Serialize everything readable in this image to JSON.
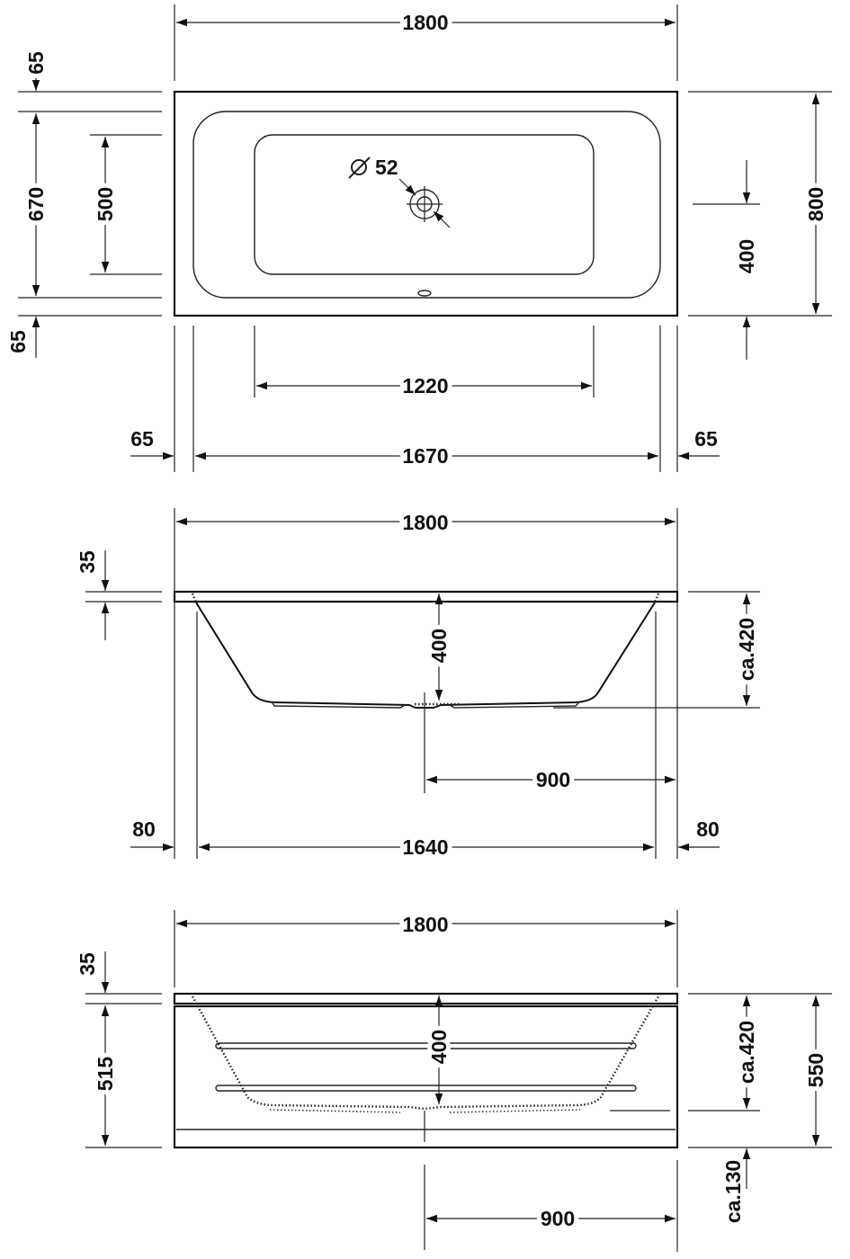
{
  "views": {
    "plan": {
      "overall_length": "1800",
      "rim_top": "65",
      "inner_width": "670",
      "basin_width": "500",
      "rim_bottom": "65",
      "drain_diameter_symbol": "⌀",
      "drain_diameter": "52",
      "drain_offset": "400",
      "overall_width": "800",
      "basin_length": "1220",
      "rim_left": "65",
      "inner_length": "1670",
      "rim_right": "65"
    },
    "section": {
      "overall_length": "1800",
      "rim_thickness": "35",
      "depth": "400",
      "height": "ca.420",
      "drain_position": "900",
      "offset_left": "80",
      "inner_length": "1640",
      "offset_right": "80"
    },
    "elevation": {
      "overall_length": "1800",
      "rim_thickness": "35",
      "apron_height": "515",
      "depth": "400",
      "height": "ca.420",
      "total_height": "550",
      "plinth_height": "ca.130",
      "drain_position": "900"
    }
  }
}
